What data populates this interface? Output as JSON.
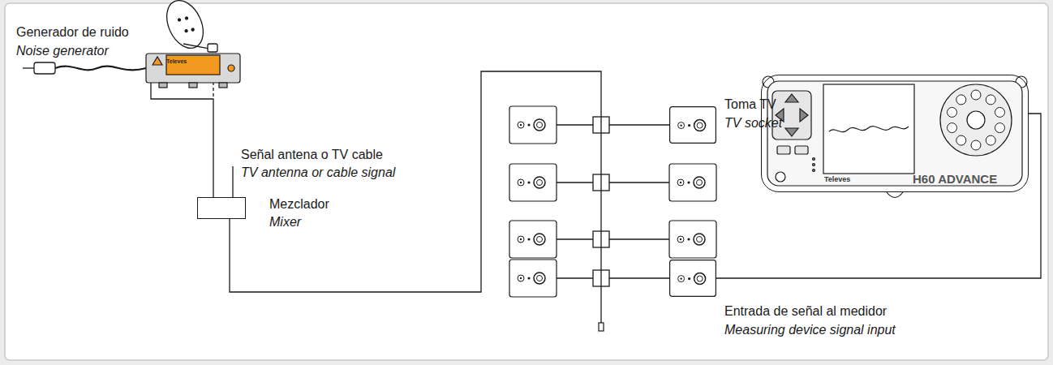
{
  "diagram": {
    "nodes": [
      {
        "text": [
          "Generador de ruido",
          "Noise generator",
          "Televes"
        ]
      },
      {
        "text": [
          "Mezclador",
          "Mixer"
        ]
      },
      {
        "text": [
          "Toma TV",
          "TV socket"
        ]
      },
      {
        "text": [
          "Entrada de señal al medidor",
          "Measuring device signal input"
        ]
      },
      {
        "text": [
          "Televes",
          "H60 ADVANCE"
        ]
      }
    ],
    "edges": [
      {
        "from": 0,
        "to": 1,
        "arrow": "none"
      },
      {
        "from": 3,
        "to": 4,
        "arrow": "none"
      }
    ],
    "labels": [
      "Señal antena o TV cable",
      "TV antenna or cable signal"
    ]
  }
}
